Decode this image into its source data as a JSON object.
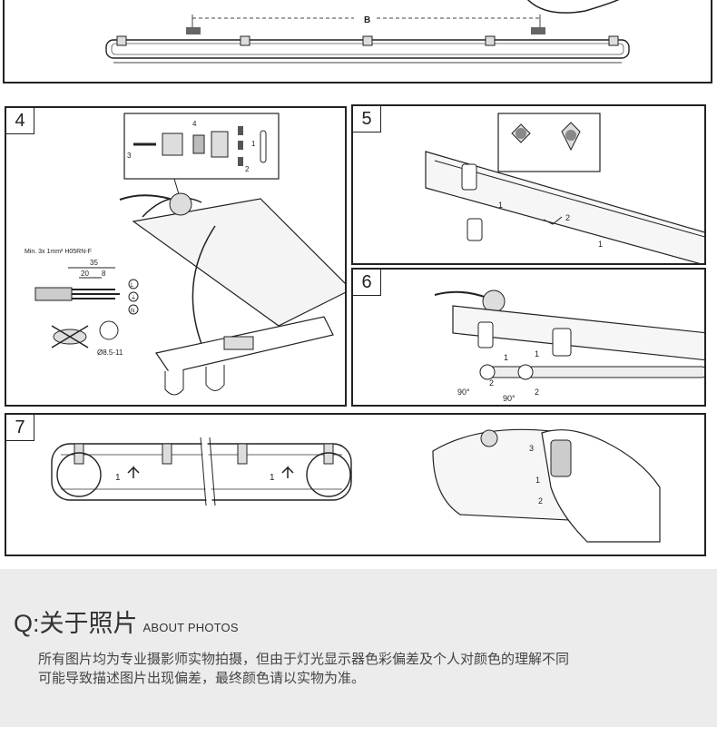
{
  "panels": {
    "top": {
      "dimension_label": "B"
    },
    "p4": {
      "number": "4",
      "cable_spec": "Min. 3x 1mm² H05RN-F",
      "dim_35": "35",
      "dim_20": "20",
      "dim_8": "8",
      "diameter": "Ø8.5-11",
      "step_1": "1",
      "step_2": "2",
      "step_3": "3",
      "step_4": "4",
      "terminal_L": "L",
      "terminal_N": "N",
      "terminal_ground": "⏚"
    },
    "p5": {
      "number": "5",
      "step_1": "1",
      "step_2": "2"
    },
    "p6": {
      "number": "6",
      "step_1": "1",
      "step_2": "2",
      "angle": "90°"
    },
    "p7": {
      "number": "7",
      "step_1": "1",
      "step_2": "2",
      "step_3": "3"
    }
  },
  "faq": {
    "title": "Q:关于照片",
    "subtitle": "ABOUT PHOTOS",
    "line1": "所有图片均为专业摄影师实物拍摄，但由于灯光显示器色彩偏差及个人对颜色的理解不同",
    "line2": "可能导致描述图片出现偏差，最终颜色请以实物为准。"
  }
}
